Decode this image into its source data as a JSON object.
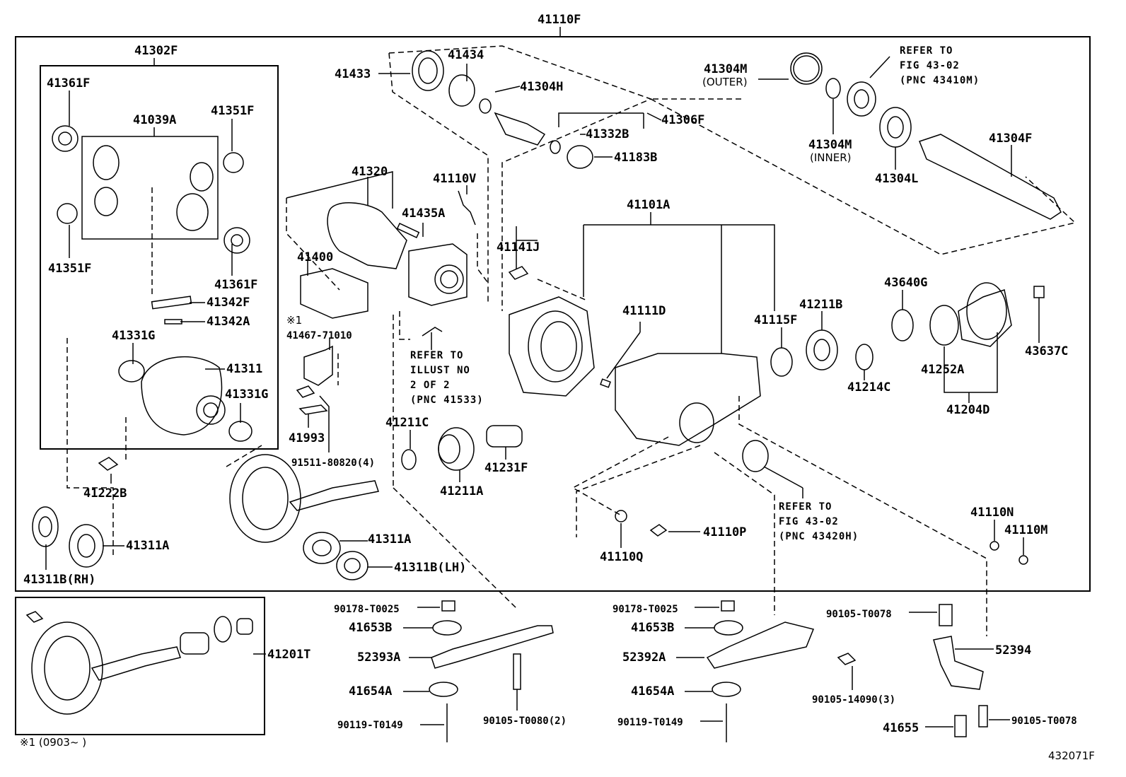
{
  "diagram": {
    "labels": {
      "assembly": "41110F",
      "diff_case_asm": "41302F",
      "washer_1": "41361F",
      "pinion_set": "41039A",
      "washer_2": "41351F",
      "washer_3": "41351F",
      "washer_4": "41361F",
      "shaft": "41342F",
      "pin": "41342A",
      "bearing_g1": "41331G",
      "diff_case": "41311",
      "bearing_g2": "41331G",
      "bolt_222b": "41222B",
      "bearing_rh": "41311A",
      "shim_rh": "41311B(RH)",
      "bearing_433": "41433",
      "bearing_434": "41434",
      "ring_304h": "41304H",
      "shaft_306f": "41306F",
      "ring_332b": "41332B",
      "seal_183b": "41183B",
      "actuator_320": "41320",
      "breather": "41110V",
      "bolt_435a": "41435A",
      "actuator_400": "41400",
      "mark_1": "※1",
      "bracket": "41467-71010",
      "plate": "41993",
      "bolt_91511": "91511-80820(4)",
      "washer_211c": "41211C",
      "bearing_211a": "41211A",
      "spacer": "41231F",
      "bearing_lh": "41311A",
      "shim_lh": "41311B(LH)",
      "snap_outer": "41304M",
      "snap_outer_sub": "(OUTER)",
      "snap_inner": "41304M",
      "snap_inner_sub": "(INNER)",
      "axle_shaft": "41304F",
      "bearing_304l": "41304L",
      "carrier": "41101A",
      "bolt_141j": "41141J",
      "pin_111d": "41111D",
      "seal_115f": "41115F",
      "bearing_211b": "41211B",
      "seal_640g": "43640G",
      "nut_637c": "43637C",
      "washer_214c": "41214C",
      "seal_252a": "41252A",
      "flange": "41204D",
      "plug_n": "41110N",
      "plug_m": "41110M",
      "plug_p": "41110P",
      "plug_q": "41110Q",
      "ring_gear_kit": "41201T",
      "nut_a": "90178-T0025",
      "cushion_a_top": "41653B",
      "bracket_a": "52393A",
      "cushion_a_bot": "41654A",
      "bolt_a": "90119-T0149",
      "bolt_a2": "90105-T0080(2)",
      "nut_b": "90178-T0025",
      "cushion_b_top": "41653B",
      "bracket_b": "52392A",
      "cushion_b_bot": "41654A",
      "bolt_b": "90119-T0149",
      "bolt_b2": "90105-14090(3)",
      "bolt_c1": "90105-T0078",
      "bracket_c": "52394",
      "collar": "41655",
      "bolt_c2": "90105-T0078"
    },
    "notes": {
      "illust": "REFER TO\nILLUST NO\n2 OF 2\n(PNC 41533)",
      "fig_top": "REFER TO\nFIG 43-02\n(PNC 43410M)",
      "fig_bottom": "REFER TO\nFIG 43-02\n(PNC 43420H)"
    },
    "footnote": "※1 (0903~      )",
    "figure_id": "432071F"
  }
}
